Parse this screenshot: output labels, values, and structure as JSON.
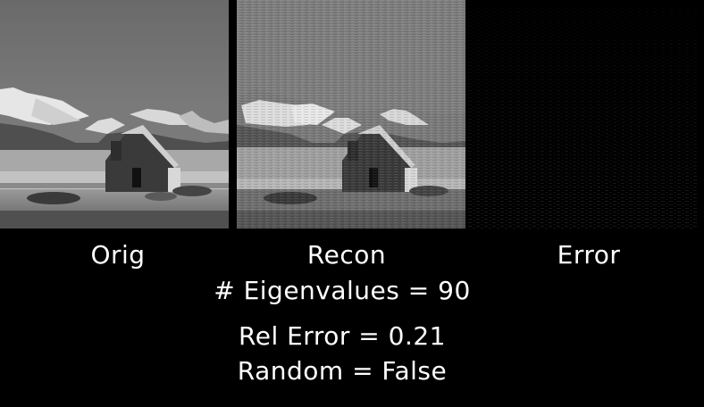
{
  "panels": {
    "orig": {
      "label": "Orig"
    },
    "recon": {
      "label": "Recon"
    },
    "error": {
      "label": "Error"
    }
  },
  "stats": {
    "eigenvalues_text": "# Eigenvalues = 90",
    "rel_error_text": "Rel Error = 0.21",
    "random_text": "Random = False"
  },
  "colors": {
    "background": "#000000",
    "text": "#ffffff"
  }
}
